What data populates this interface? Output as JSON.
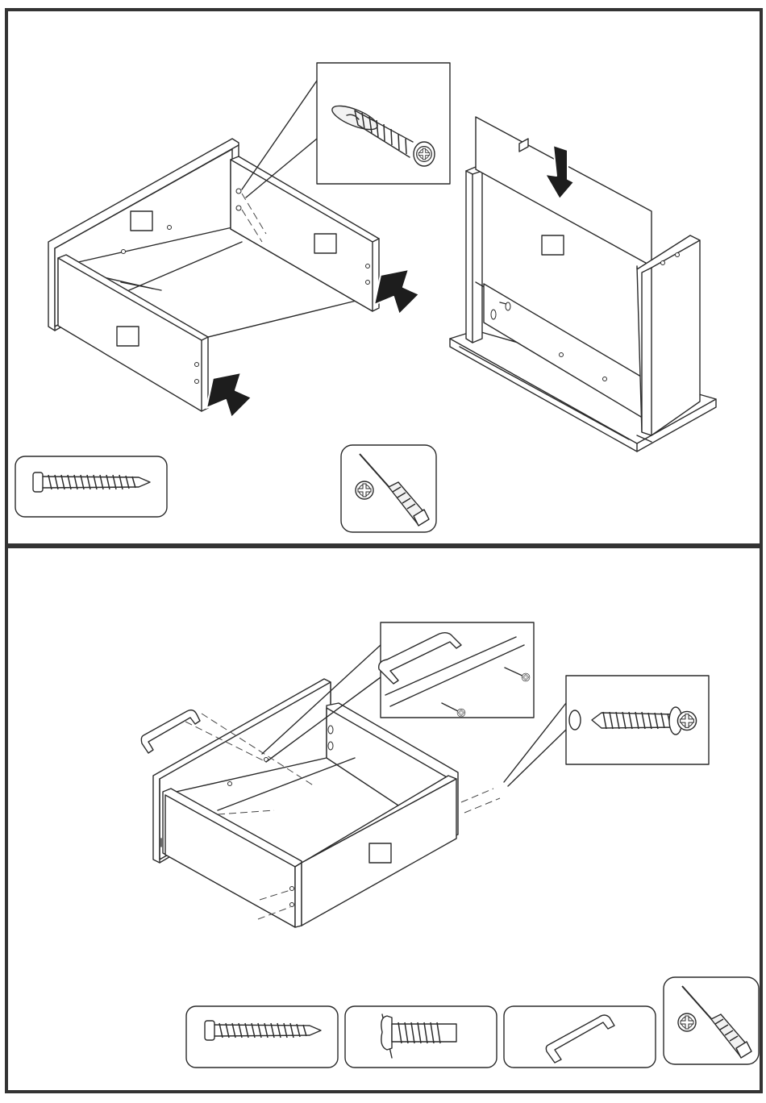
{
  "document": {
    "type": "furniture assembly instruction sheet",
    "steps": [
      {
        "id": "step-1",
        "part_label_boxes": [
          "",
          "",
          "",
          ""
        ],
        "icons": [
          "screw-icon",
          "phillips-screwdriver-icon",
          "push-arrow-icon",
          "screw-detail-icon"
        ]
      },
      {
        "id": "step-2",
        "part_label_boxes": [
          ""
        ],
        "icons": [
          "handle-icon",
          "handle-screw-icon",
          "wood-screw-icon",
          "phillips-screwdriver-icon"
        ]
      }
    ]
  },
  "colors": {
    "line": "#2a2a2a",
    "frame": "#333333",
    "arrow": "#1d1d1d",
    "background": "#ffffff"
  }
}
